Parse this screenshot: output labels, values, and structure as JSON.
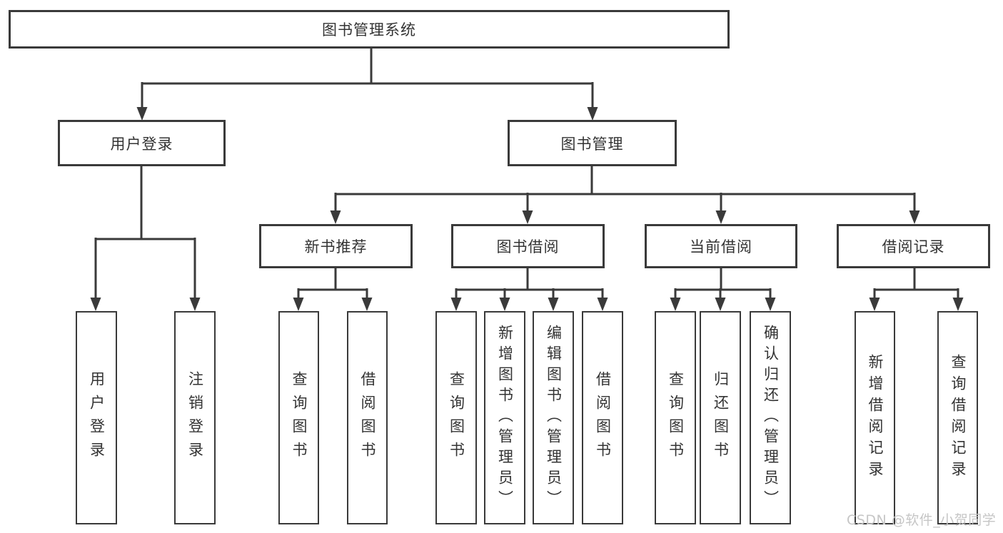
{
  "tree": {
    "label": "图书管理系统",
    "children": [
      {
        "label": "用户登录",
        "children": [
          {
            "label": "用户登录"
          },
          {
            "label": "注销登录"
          }
        ]
      },
      {
        "label": "图书管理",
        "children": [
          {
            "label": "新书推荐",
            "children": [
              {
                "label": "查询图书"
              },
              {
                "label": "借阅图书"
              }
            ]
          },
          {
            "label": "图书借阅",
            "children": [
              {
                "label": "查询图书"
              },
              {
                "label": "新增图书（管理员）"
              },
              {
                "label": "编辑图书（管理员）"
              },
              {
                "label": "借阅图书"
              }
            ]
          },
          {
            "label": "当前借阅",
            "children": [
              {
                "label": "查询图书"
              },
              {
                "label": "归还图书"
              },
              {
                "label": "确认归还（管理员）"
              }
            ]
          },
          {
            "label": "借阅记录",
            "children": [
              {
                "label": "新增借阅记录"
              },
              {
                "label": "查询借阅记录"
              }
            ]
          }
        ]
      }
    ]
  },
  "watermark": {
    "text": "CSDN @软件_小贺同学"
  },
  "colors": {
    "line": "#3a3a3a",
    "text": "#333333",
    "box_background": "#ffffff",
    "watermark": "#c6c6c6",
    "background": "#ffffff"
  }
}
